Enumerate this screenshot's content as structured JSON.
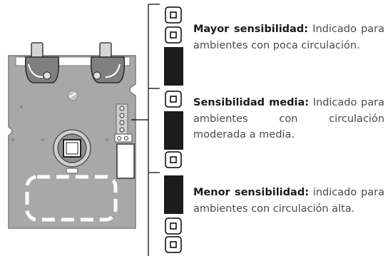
{
  "levels": [
    {
      "heading": "Mayor sensibilidad:",
      "text": "Indicado para ambientes con poca circulación."
    },
    {
      "heading": "Sensibilidad media:",
      "text": "Indicado para ambientes con circulación moderada a media."
    },
    {
      "heading": "Menor sensibilidad:",
      "text": "indicado para ambientes con circulación alta."
    }
  ],
  "colors": {
    "board": "#a6a6a6",
    "board_edge": "#7c7c7c",
    "jumper": "#1c1c1c",
    "line": "#000000",
    "text": "#4a4a4a"
  }
}
